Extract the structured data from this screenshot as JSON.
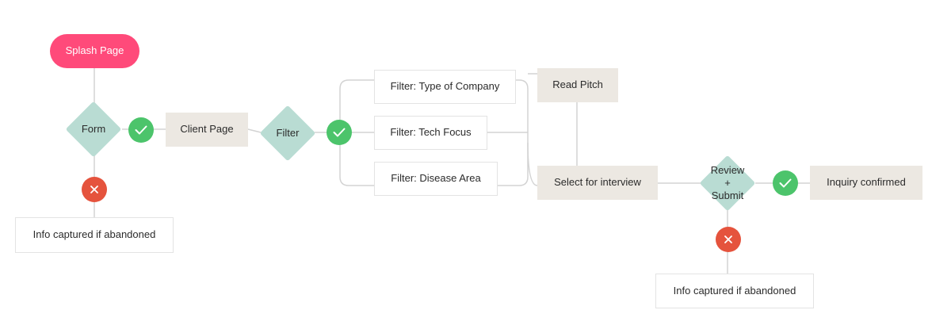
{
  "nodes": {
    "splash": "Splash Page",
    "form": "Form",
    "client_page": "Client Page",
    "filter": "Filter",
    "filter_company": "Filter: Type of Company",
    "filter_tech": "Filter: Tech Focus",
    "filter_disease": "Filter: Disease Area",
    "read_pitch": "Read Pitch",
    "select_interview": "Select for interview",
    "review_submit": "Review\n+ Submit",
    "inquiry_confirmed": "Inquiry confirmed",
    "abandoned_1": "Info captured if abandoned",
    "abandoned_2": "Info captured if abandoned"
  },
  "icons": {
    "success": "check-icon",
    "failure": "x-icon"
  },
  "colors": {
    "start": "#ff4a7a",
    "decision": "#b9dcd3",
    "step": "#ece8e2",
    "success": "#4cc46b",
    "failure": "#e5533d",
    "connector": "#d3d3d3"
  }
}
